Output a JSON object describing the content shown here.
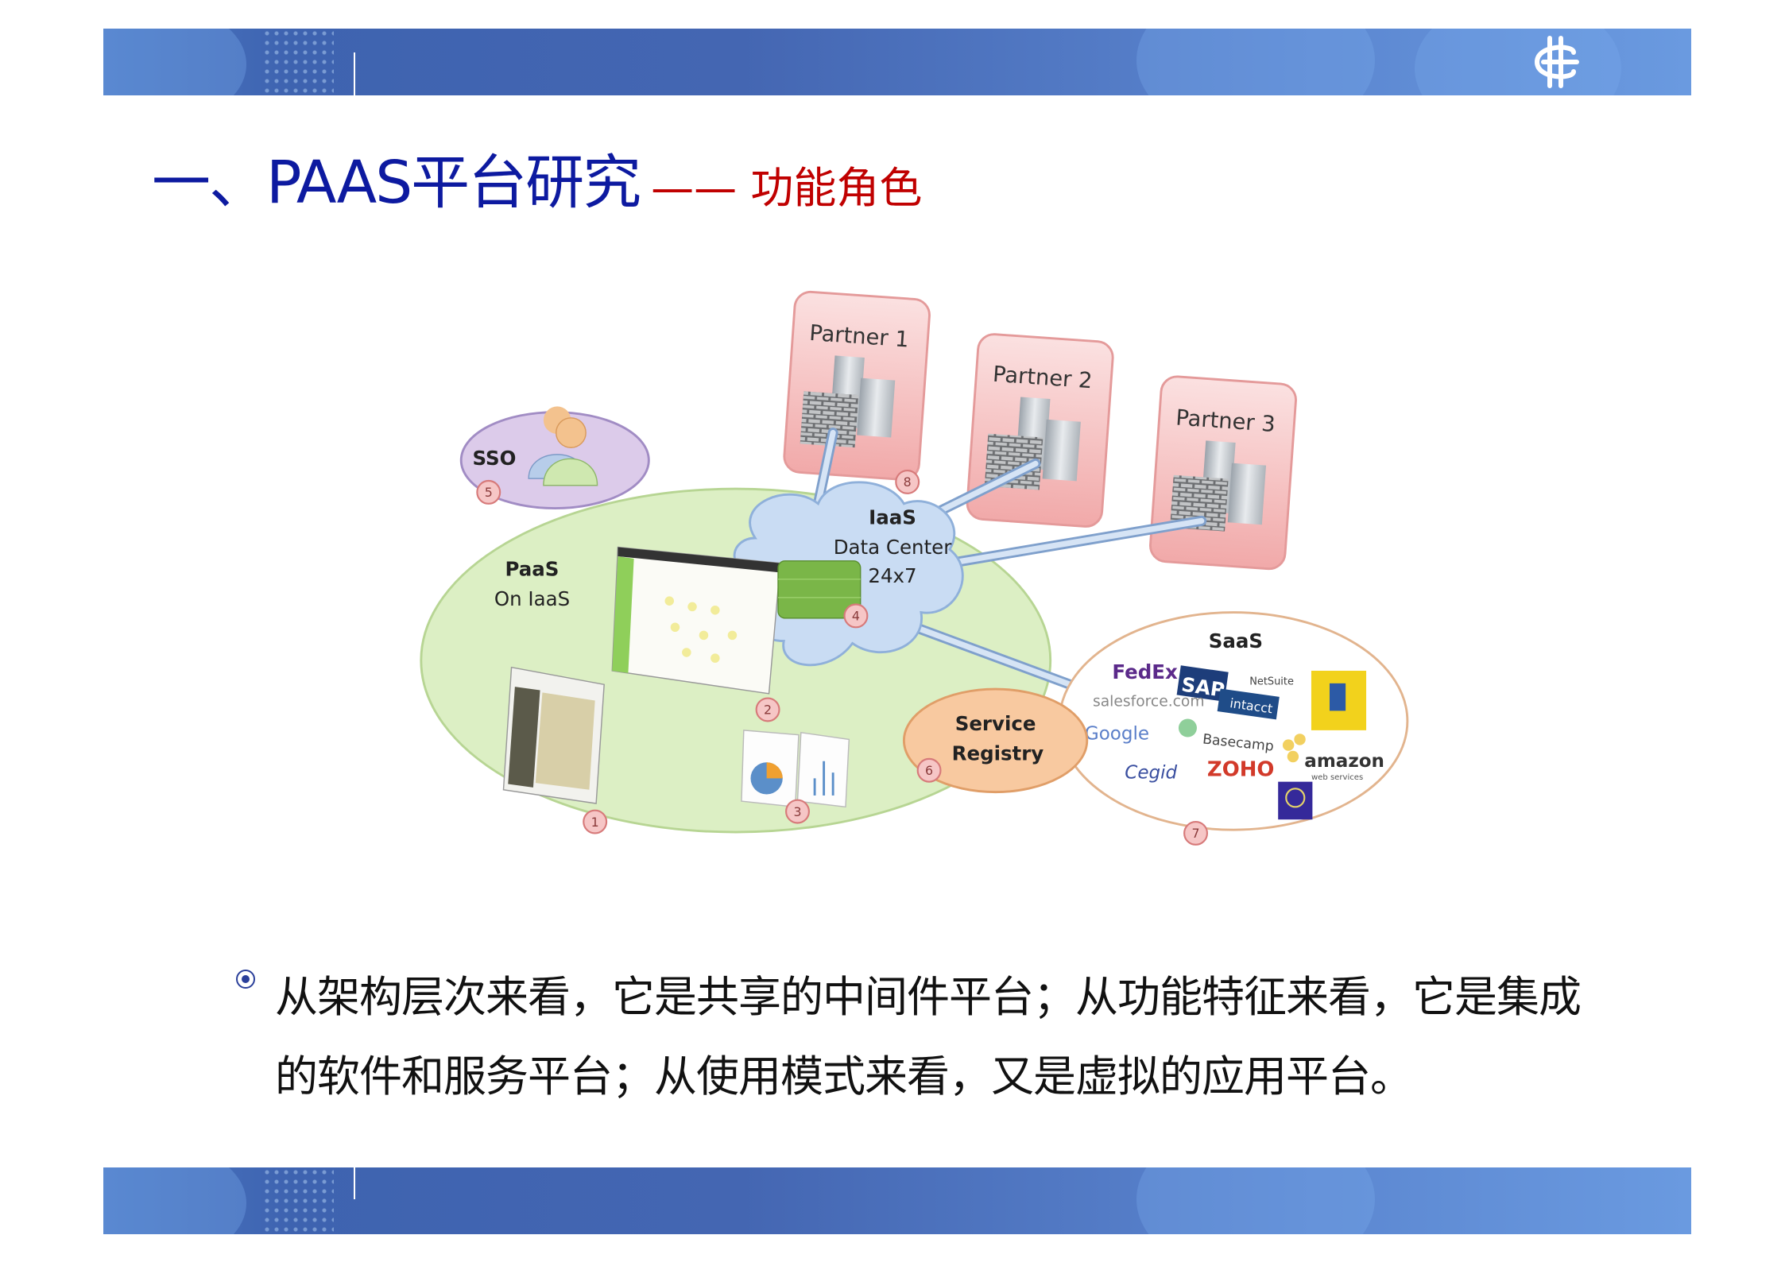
{
  "header": {
    "logo_alt": "institution logo"
  },
  "title": {
    "main": "一、PAAS平台研究",
    "sub": "—— 功能角色"
  },
  "diagram": {
    "partners": [
      "Partner 1",
      "Partner 2",
      "Partner 3"
    ],
    "sso": "SSO",
    "paas": {
      "line1": "PaaS",
      "line2": "On IaaS"
    },
    "iaas": {
      "line1": "IaaS",
      "line2": "Data Center",
      "line3": "24x7"
    },
    "service_registry": {
      "line1": "Service",
      "line2": "Registry"
    },
    "saas": {
      "title": "SaaS",
      "logos": [
        "FedEx",
        "SAP",
        "NetSuite",
        "salesforce.com",
        "intacct",
        "Google",
        "Basecamp",
        "amazon",
        "web services",
        "Cegid",
        "ZOHO"
      ]
    },
    "badges": [
      "1",
      "2",
      "3",
      "4",
      "5",
      "6",
      "7",
      "8"
    ],
    "colors": {
      "paas": "#dcefc4",
      "sso": "#dccbea",
      "partner": "#f6c4c4",
      "cloud": "#c9dcf3",
      "registry": "#f8c9a0",
      "saas_border": "#e2b48e"
    }
  },
  "body": {
    "bullet": "从架构层次来看，它是共享的中间件平台；从功能特征来看，它是集成的软件和服务平台；从使用模式来看，又是虚拟的应用平台。"
  }
}
